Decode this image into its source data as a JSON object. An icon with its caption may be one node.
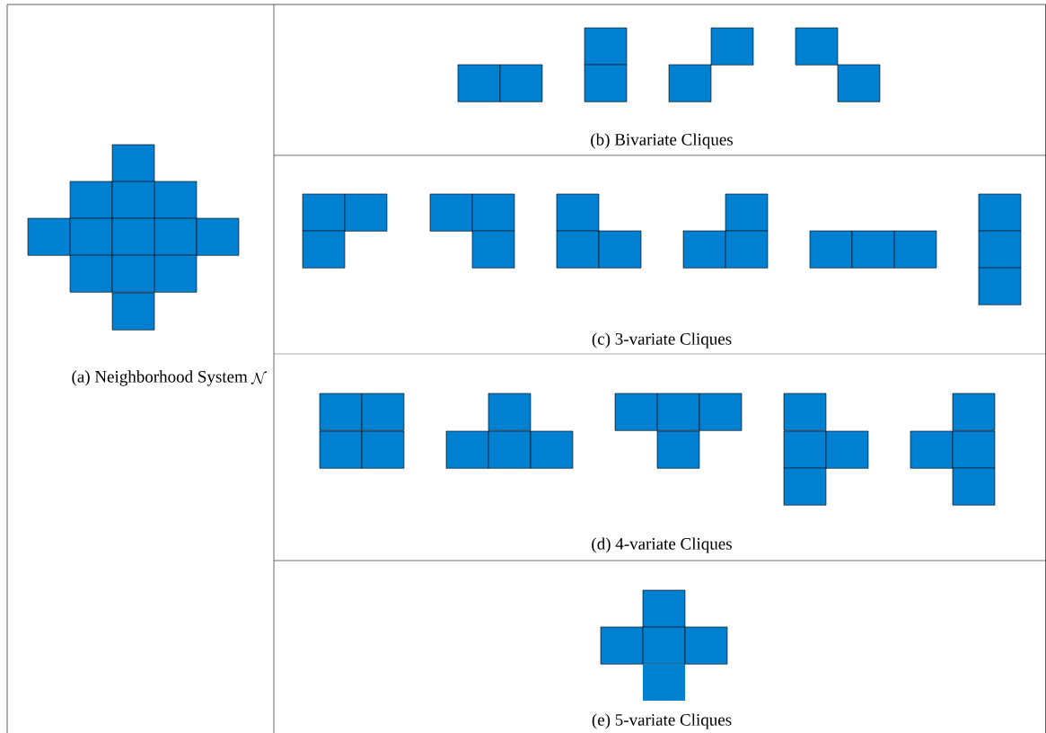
{
  "diagram": {
    "labels": [
      "(a) Neighborhood System",
      "\\mathcal{N}",
      "(b) Bivariate Cliques",
      "(c) 3-variate Cliques",
      "(d) 4-variate Cliques",
      "(e) 5-variate Cliques"
    ]
  }
}
